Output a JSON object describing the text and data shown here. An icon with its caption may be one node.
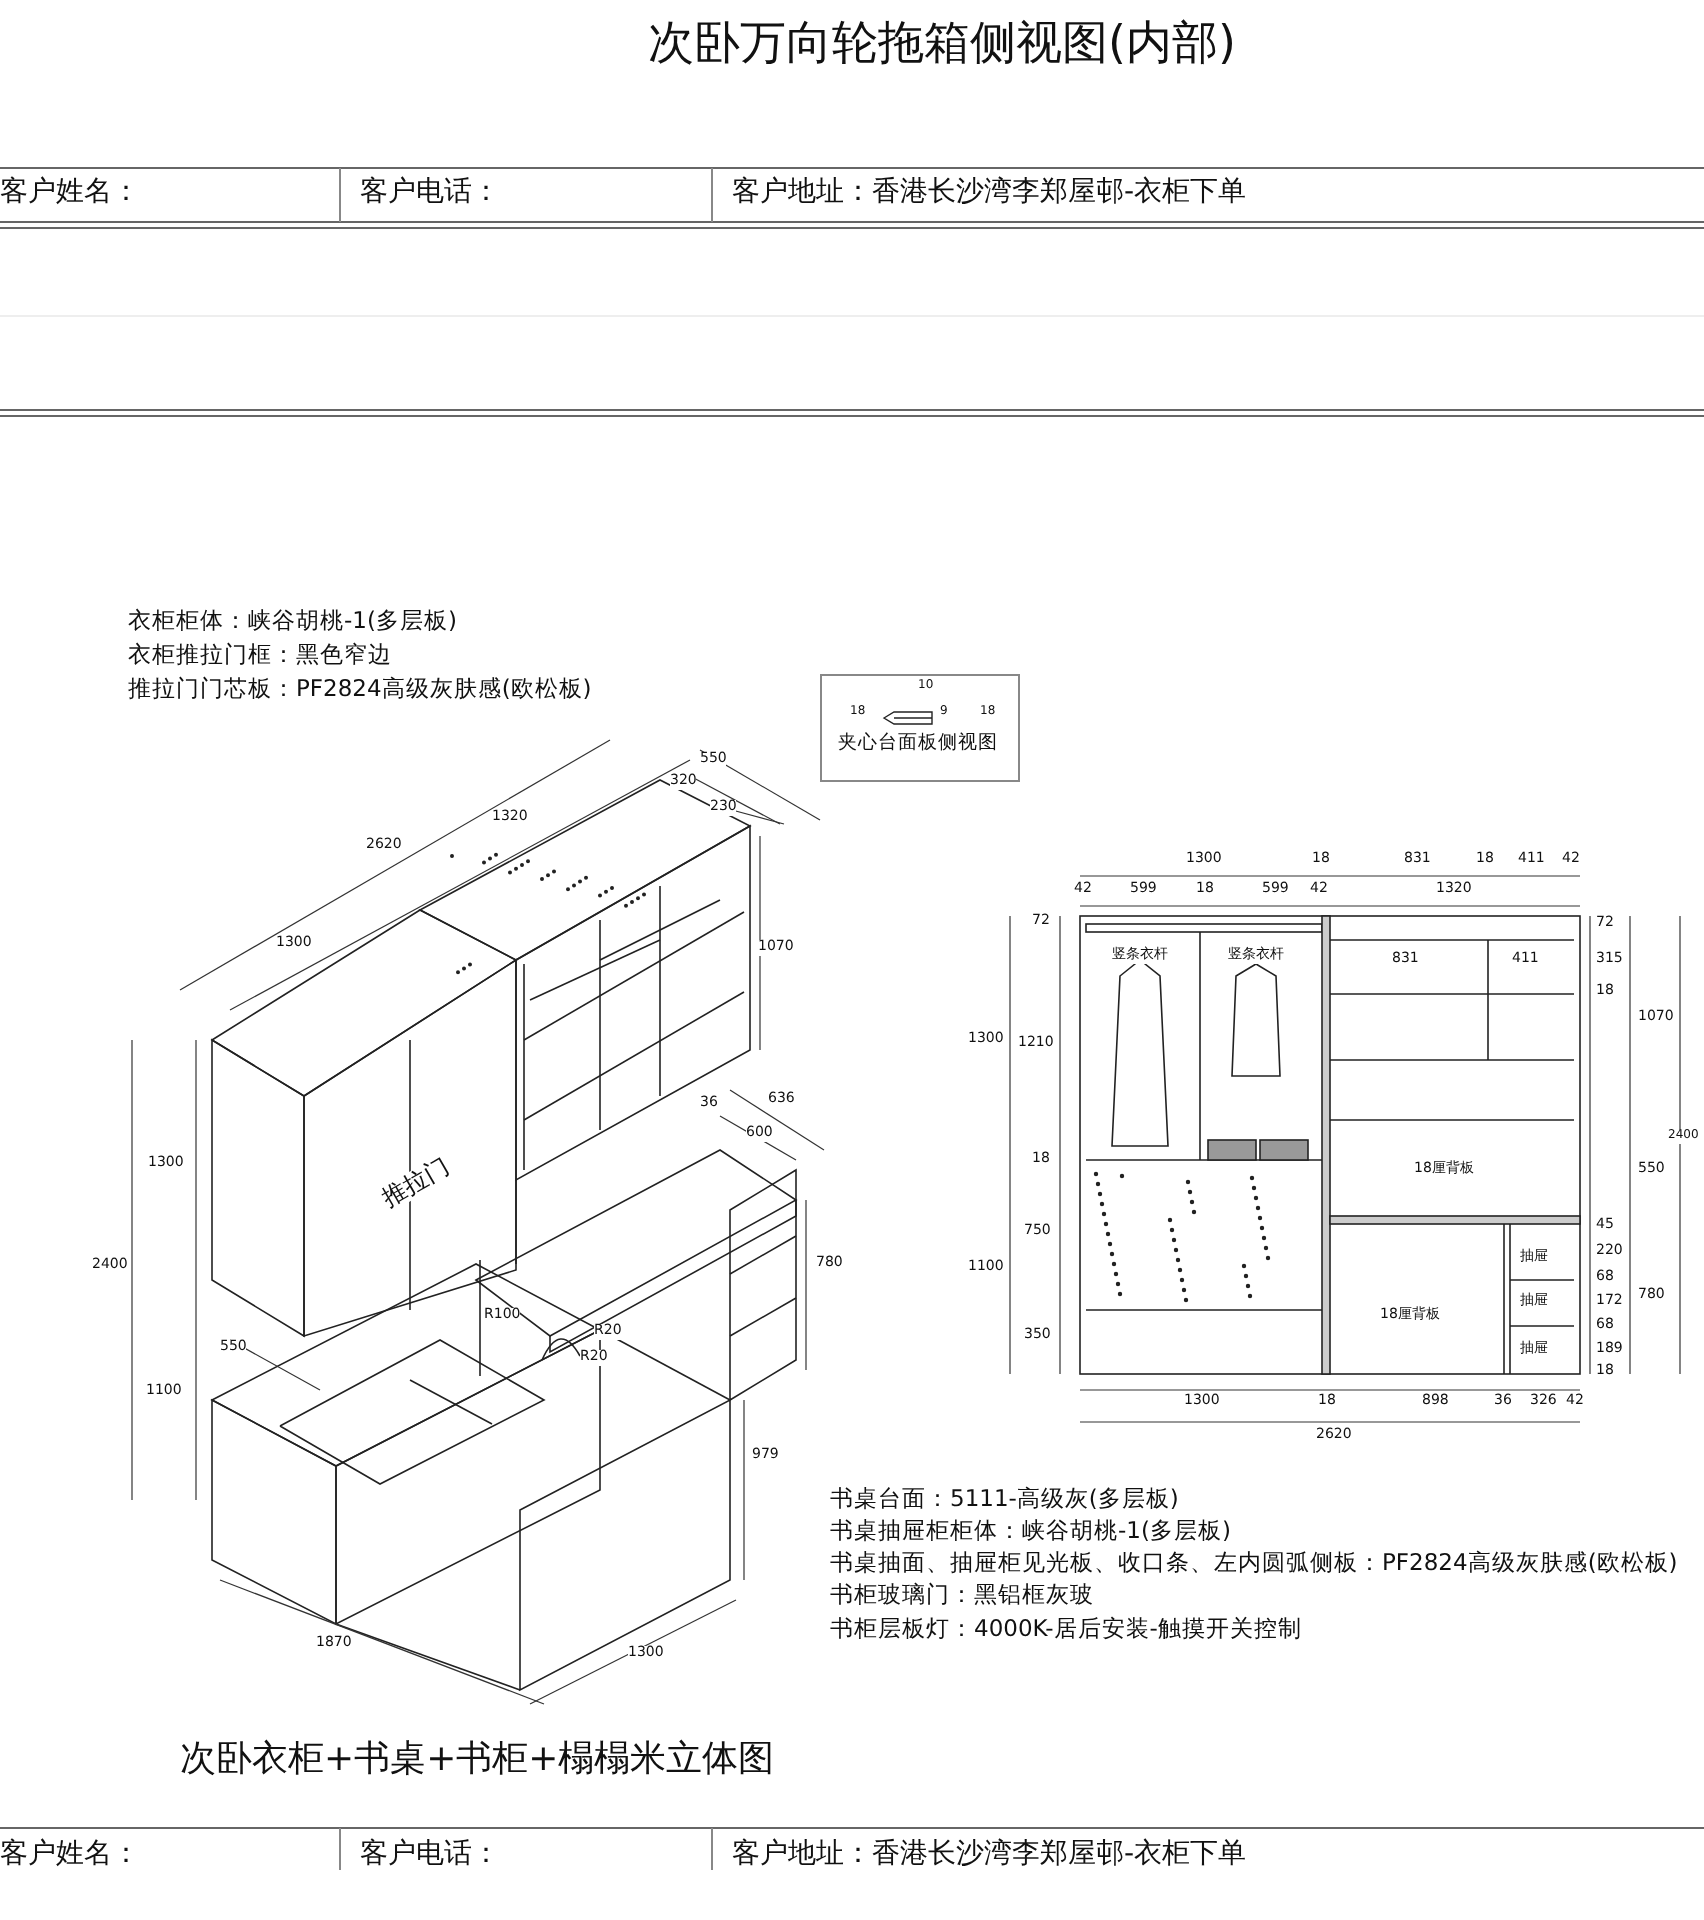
{
  "diagram": {
    "title": "次卧万向轮拖箱侧视图(内部)",
    "caption": "次卧衣柜+书桌+书柜+榻榻米立体图",
    "nodes": [
      {
        "text": [
          "夹心台面板侧视图"
        ]
      }
    ],
    "labels": [
      "客户姓名：",
      "客户电话：",
      "客户地址：香港长沙湾李郑屋邨-衣柜下单",
      "衣柜柜体：峡谷胡桃-1(多层板)",
      "衣柜推拉门框：黑色窄边",
      "推拉门门芯板：PF2824高级灰肤感(欧松板)",
      "10",
      "18",
      "9",
      "18",
      "550",
      "320",
      "230",
      "1320",
      "2620",
      "1300",
      "1070",
      "36",
      "636",
      "600",
      "推拉门",
      "1300",
      "2400",
      "780",
      "R100",
      "R20",
      "R20",
      "550",
      "1100",
      "979",
      "1870",
      "1300",
      "1300",
      "18",
      "831",
      "18",
      "411",
      "42",
      "42",
      "599",
      "18",
      "599",
      "42",
      "1320",
      "1300",
      "72",
      "1210",
      "18",
      "750",
      "1100",
      "350",
      "竖条衣杆",
      "竖条衣杆",
      "831",
      "411",
      "18厘背板",
      "18厘背板",
      "抽屉",
      "抽屉",
      "抽屉",
      "72",
      "315",
      "18",
      "1070",
      "550",
      "45",
      "220",
      "68",
      "172",
      "68",
      "780",
      "189",
      "18",
      "2400",
      "1300",
      "18",
      "898",
      "36",
      "326",
      "42",
      "2620",
      "书桌台面：5111-高级灰(多层板)",
      "书桌抽屉柜柜体：峡谷胡桃-1(多层板)",
      "书桌抽面、抽屉柜见光板、收口条、左内圆弧侧板：PF2824高级灰肤感(欧松板)",
      "书柜玻璃门：黑铝框灰玻",
      "书柜层板灯：4000K-居后安装-触摸开关控制",
      "客户姓名：",
      "客户电话：",
      "客户地址：香港长沙湾李郑屋邨-衣柜下单"
    ]
  }
}
